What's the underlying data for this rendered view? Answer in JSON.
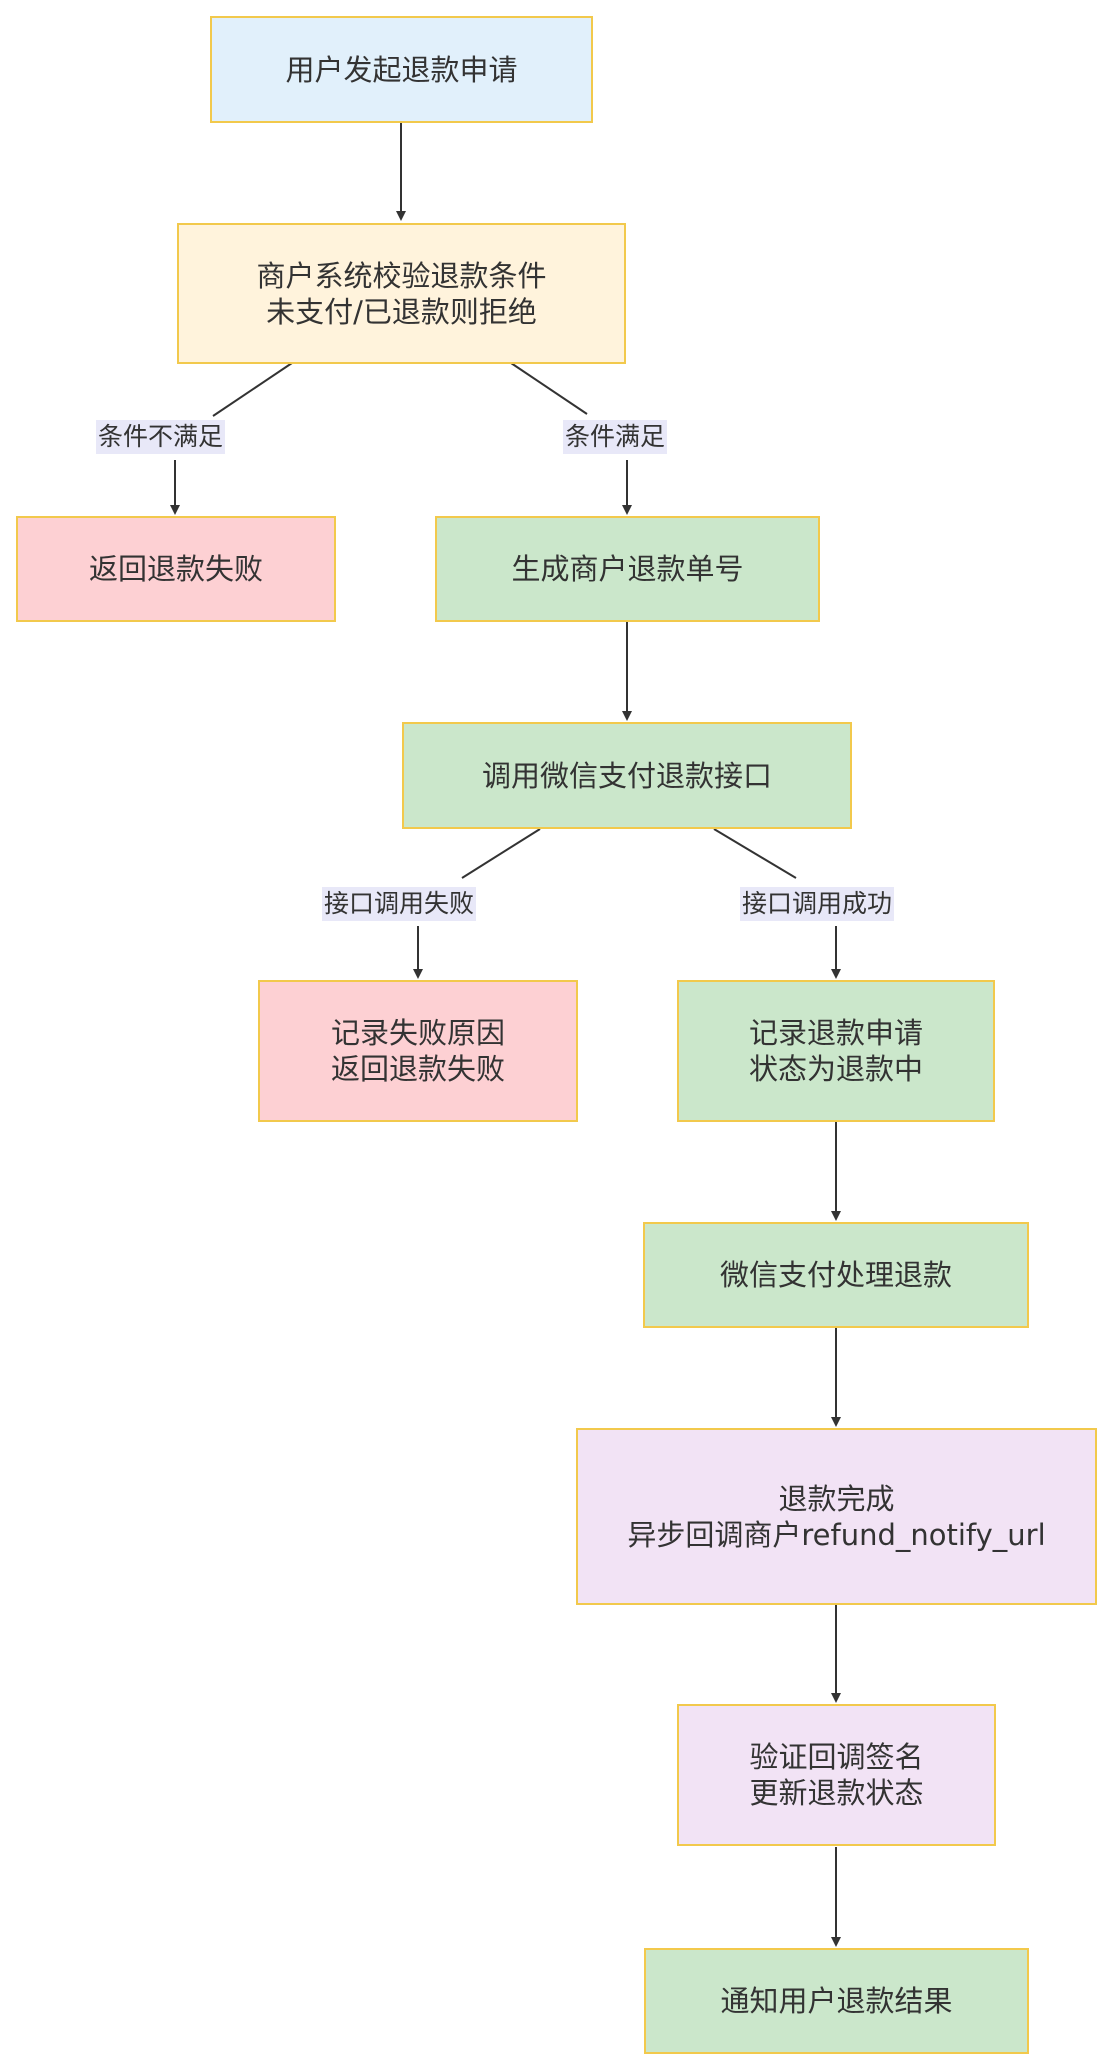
{
  "colors": {
    "blue": "#e1f0fb",
    "yellow": "#fff3dc",
    "red": "#fdd0d3",
    "green": "#cbe7cb",
    "purple": "#f2e3f5",
    "border": "#f2c94c",
    "edge": "#333333",
    "edge_label_bg": "#e8e8f8"
  },
  "nodes": {
    "start": "用户发起退款申请",
    "validate": "商户系统校验退款条件\n未支付/已退款则拒绝",
    "fail_return": "返回退款失败",
    "gen_no": "生成商户退款单号",
    "call_api": "调用微信支付退款接口",
    "record_fail": "记录失败原因\n返回退款失败",
    "record_ok": "记录退款申请\n状态为退款中",
    "wx_process": "微信支付处理退款",
    "done_callback": "退款完成\n异步回调商户refund_notify_url",
    "verify": "验证回调签名\n更新退款状态",
    "notify_user": "通知用户退款结果"
  },
  "edge_labels": {
    "cond_fail": "条件不满足",
    "cond_ok": "条件满足",
    "api_fail": "接口调用失败",
    "api_ok": "接口调用成功"
  }
}
